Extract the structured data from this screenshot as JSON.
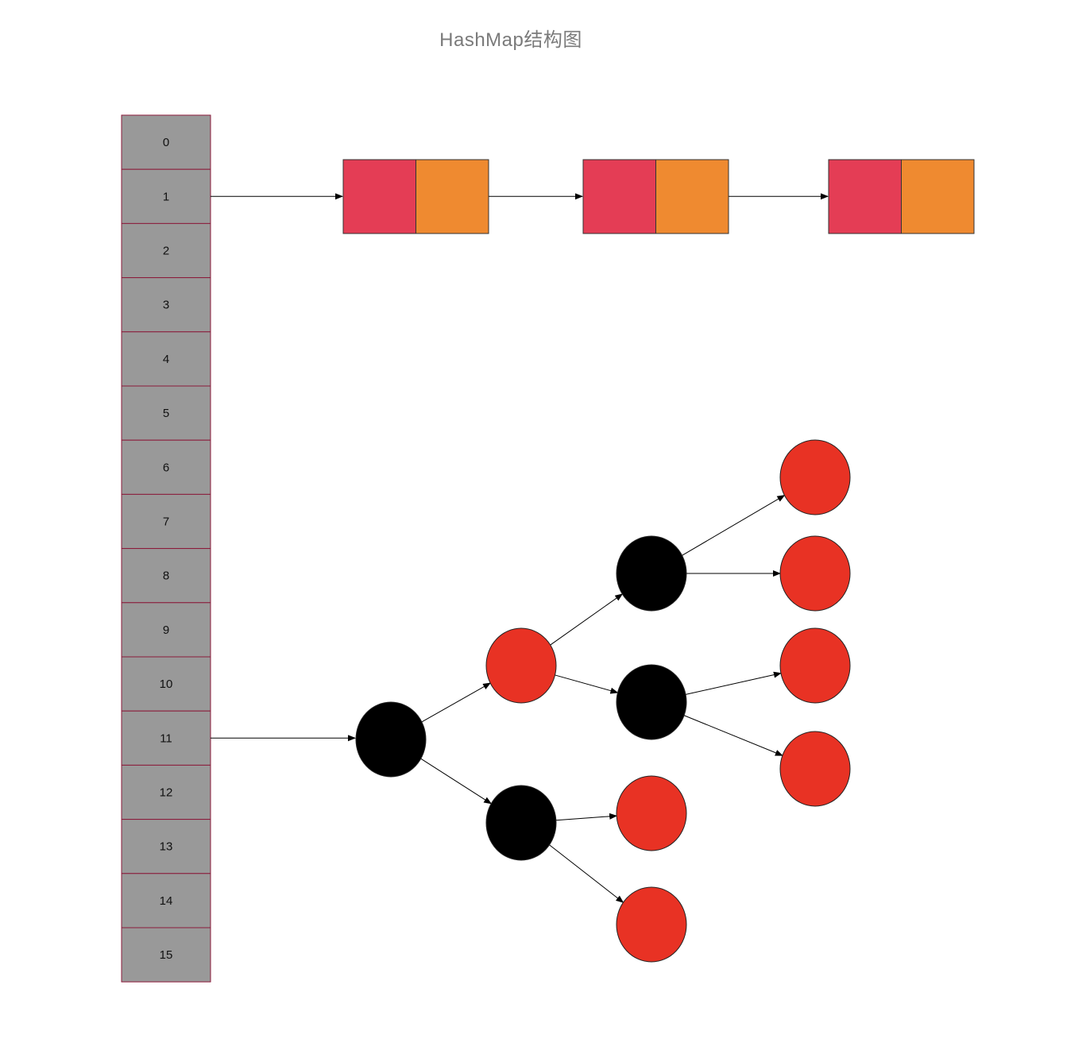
{
  "title": "HashMap结构图",
  "colors": {
    "bucket_fill": "#999999",
    "bucket_stroke": "#8b1a3a",
    "entry_key": "#e43d55",
    "entry_value": "#ef8a30",
    "tree_red": "#e83224",
    "tree_black": "#000000",
    "edge": "#000000"
  },
  "buckets": [
    "0",
    "1",
    "2",
    "3",
    "4",
    "5",
    "6",
    "7",
    "8",
    "9",
    "10",
    "11",
    "12",
    "13",
    "14",
    "15"
  ],
  "linked_list": {
    "bucket_index": 1,
    "nodes": [
      {
        "id": "list-node-1",
        "key_color": "#e43d55",
        "value_color": "#ef8a30"
      },
      {
        "id": "list-node-2",
        "key_color": "#e43d55",
        "value_color": "#ef8a30"
      },
      {
        "id": "list-node-3",
        "key_color": "#e43d55",
        "value_color": "#ef8a30"
      }
    ]
  },
  "tree": {
    "bucket_index": 11,
    "nodes": [
      {
        "id": "root",
        "color": "black"
      },
      {
        "id": "n-a",
        "color": "red"
      },
      {
        "id": "n-b",
        "color": "black"
      },
      {
        "id": "n-c",
        "color": "black"
      },
      {
        "id": "n-d",
        "color": "black"
      },
      {
        "id": "n-e",
        "color": "red"
      },
      {
        "id": "n-f",
        "color": "red"
      },
      {
        "id": "n-g",
        "color": "red"
      },
      {
        "id": "n-h",
        "color": "red"
      },
      {
        "id": "n-i",
        "color": "red"
      },
      {
        "id": "n-j",
        "color": "red"
      }
    ],
    "edges": [
      [
        "root",
        "n-a"
      ],
      [
        "root",
        "n-b"
      ],
      [
        "n-a",
        "n-c"
      ],
      [
        "n-a",
        "n-d"
      ],
      [
        "n-c",
        "n-g"
      ],
      [
        "n-c",
        "n-h"
      ],
      [
        "n-d",
        "n-i"
      ],
      [
        "n-d",
        "n-j"
      ],
      [
        "n-b",
        "n-e"
      ],
      [
        "n-b",
        "n-f"
      ]
    ]
  }
}
